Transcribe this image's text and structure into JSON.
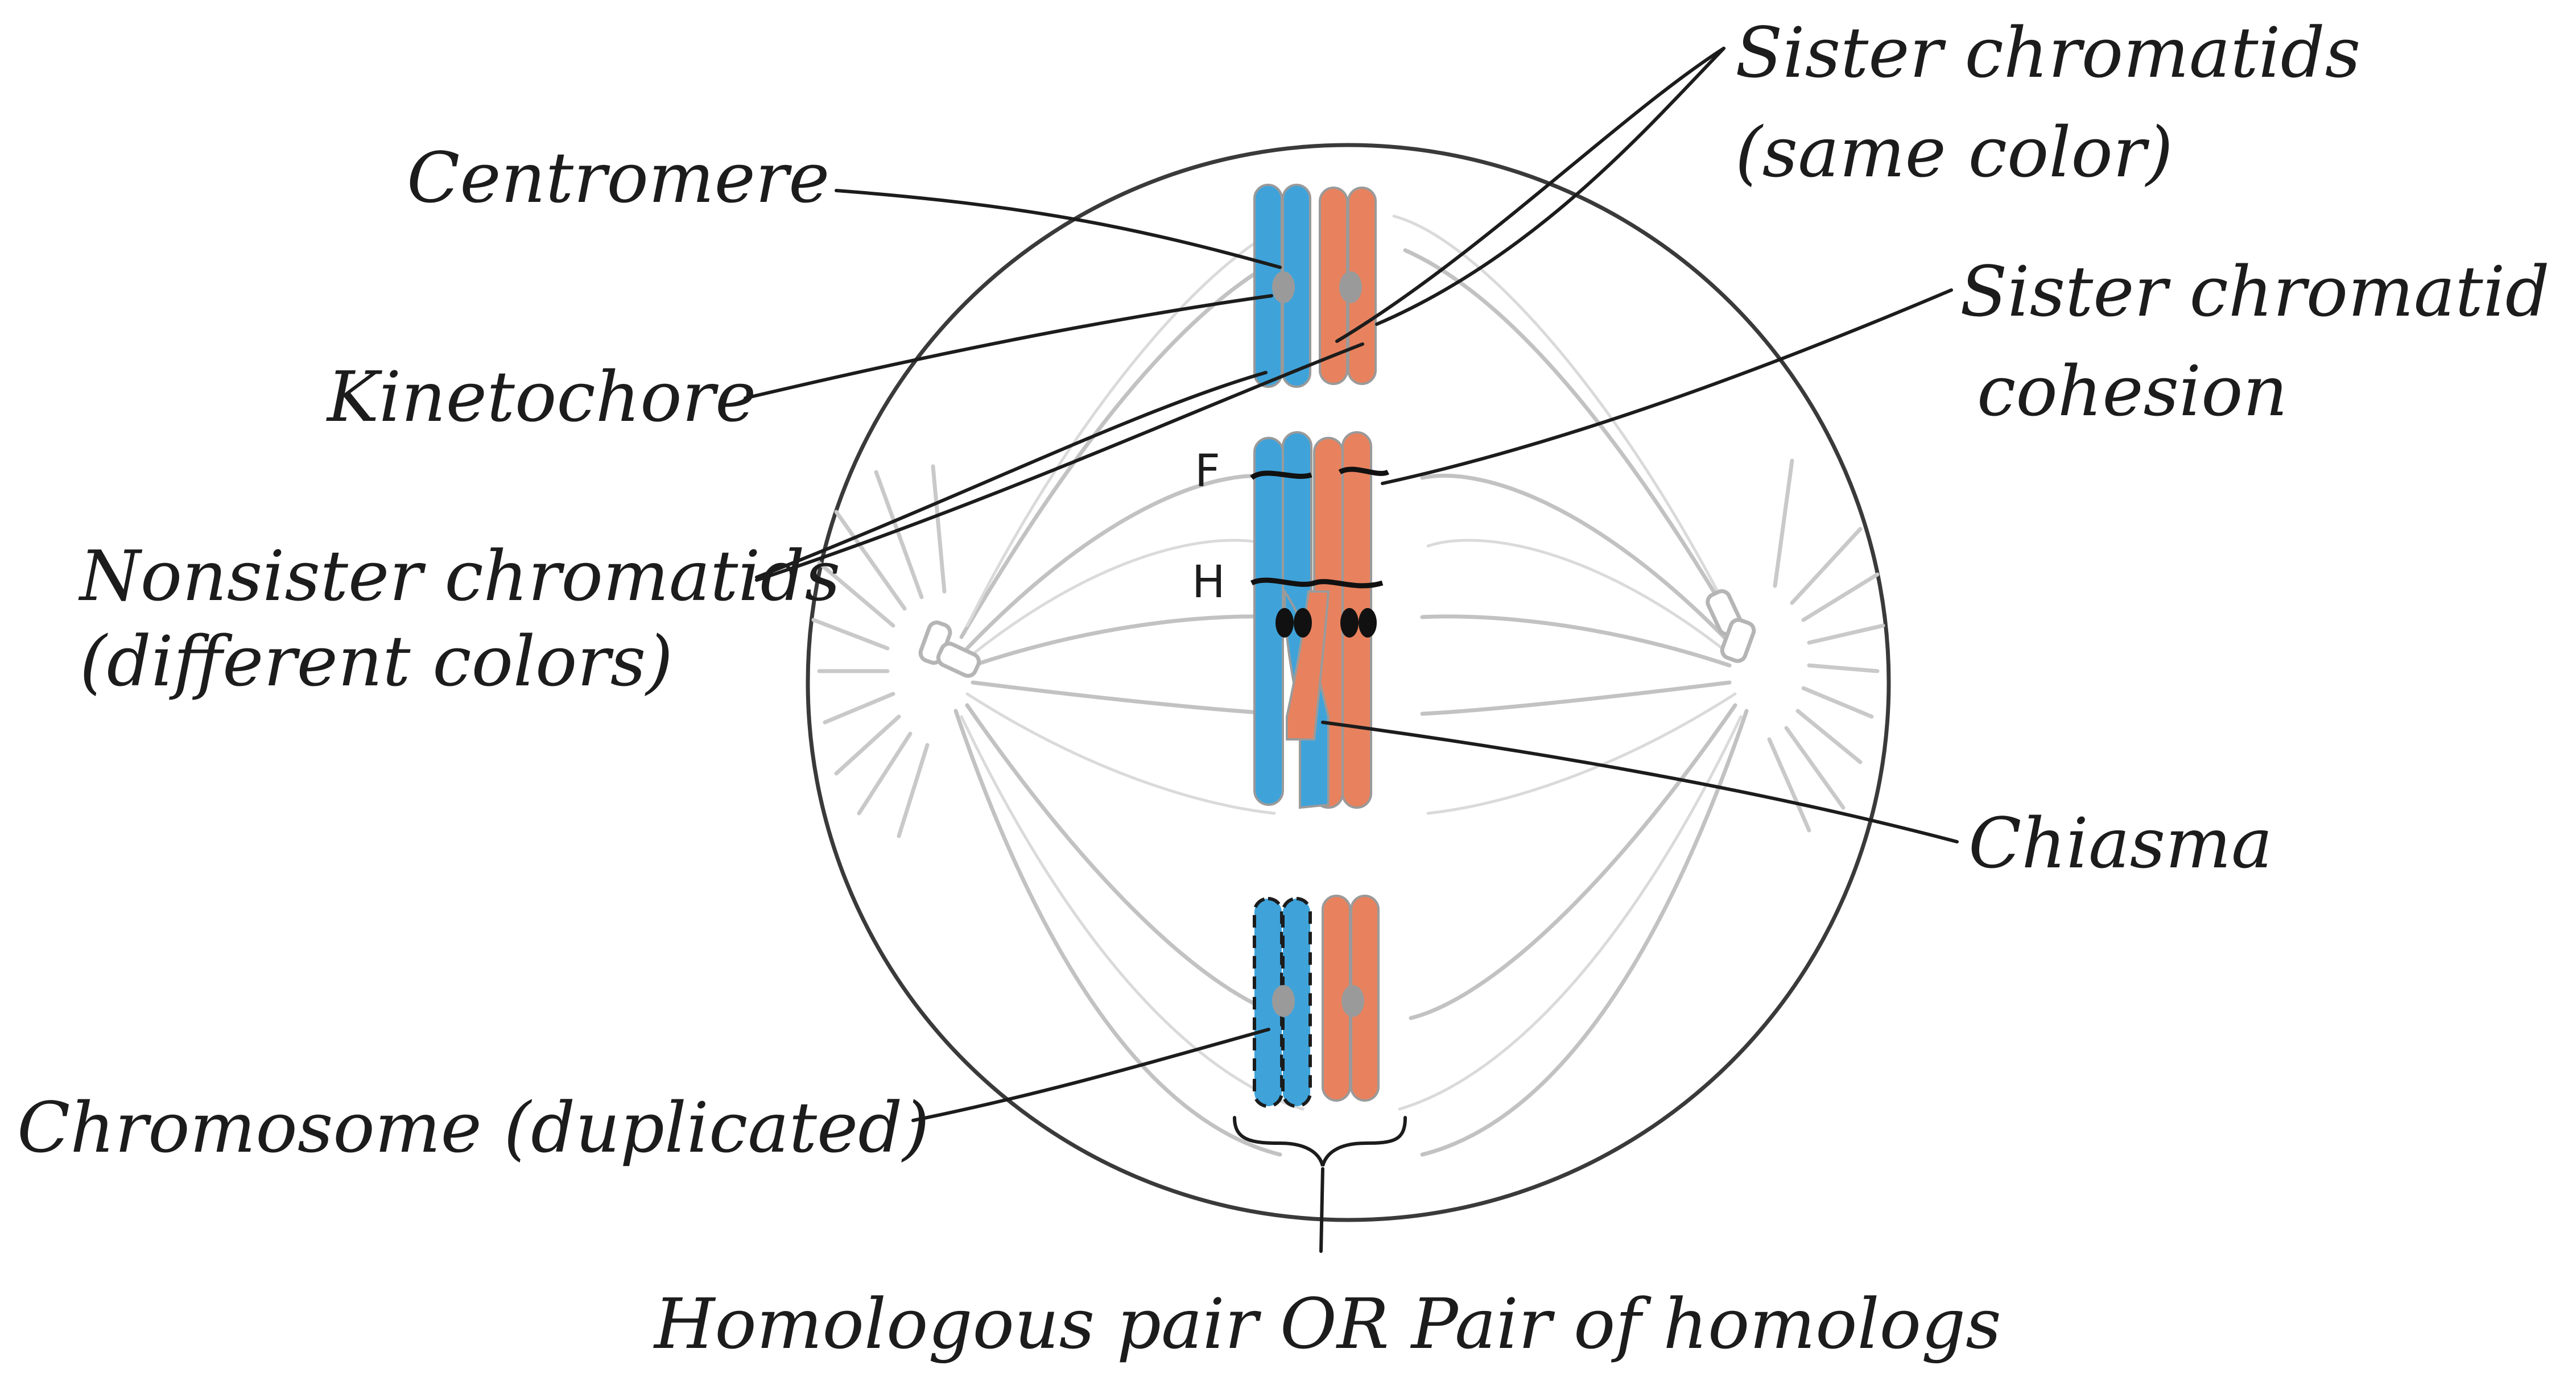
{
  "labels": {
    "centromere": "Centromere",
    "kinetochore": "Kinetochore",
    "nonsister_line1": "Nonsister chromatids",
    "nonsister_line2": "(different colors)",
    "sister_line1": "Sister chromatids",
    "sister_line2": "(same color)",
    "cohesion_line1": "Sister chromatid",
    "cohesion_line2": "cohesion",
    "chiasma": "Chiasma",
    "chromosome": "Chromosome (duplicated)",
    "homologous": "Homologous pair OR Pair of homologs",
    "marker_f": "F",
    "marker_h": "H"
  },
  "colors": {
    "maternal_chromatid": "#3FA3DA",
    "paternal_chromatid": "#E8825E",
    "spindle": "#C2C2C2",
    "ink": "#1C1C1C"
  }
}
